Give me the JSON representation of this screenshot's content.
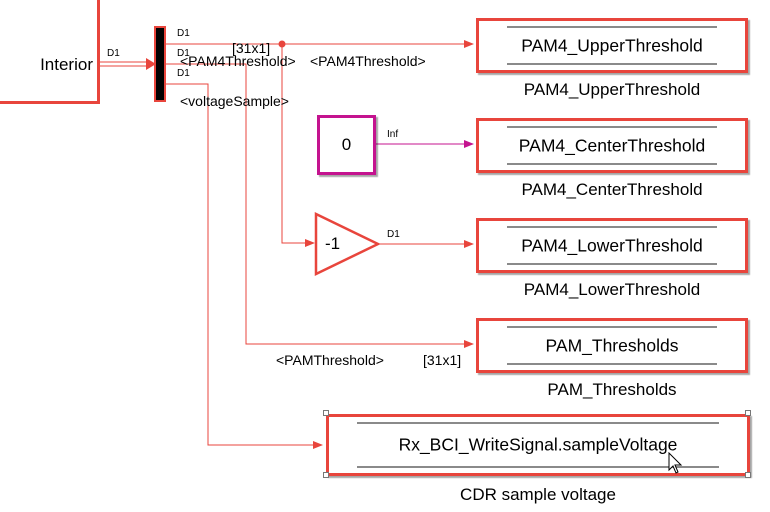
{
  "blocks": {
    "interior": {
      "label": "Interior"
    },
    "constant": {
      "value": "0"
    },
    "gain": {
      "value": "-1"
    }
  },
  "stores": [
    {
      "title": "PAM4_UpperThreshold",
      "caption": "PAM4_UpperThreshold"
    },
    {
      "title": "PAM4_CenterThreshold",
      "caption": "PAM4_CenterThreshold"
    },
    {
      "title": "PAM4_LowerThreshold",
      "caption": "PAM4_LowerThreshold"
    },
    {
      "title": "PAM_Thresholds",
      "caption": "PAM_Thresholds"
    },
    {
      "title": "Rx_BCI_WriteSignal.sampleVoltage",
      "caption": "CDR sample voltage"
    }
  ],
  "signals": {
    "d1": "D1",
    "inf": "Inf",
    "dim_31x1": "[31x1]",
    "pam4_threshold": "<PAM4Threshold>",
    "voltage_sample": "<voltageSample>",
    "pam_threshold": "<PAMThreshold>"
  },
  "colors": {
    "wire": "#e8453c",
    "constant_wire": "#c4138f",
    "block_border": "#e8453c",
    "constant_border": "#c4138f",
    "bus_bar": "#000000"
  }
}
